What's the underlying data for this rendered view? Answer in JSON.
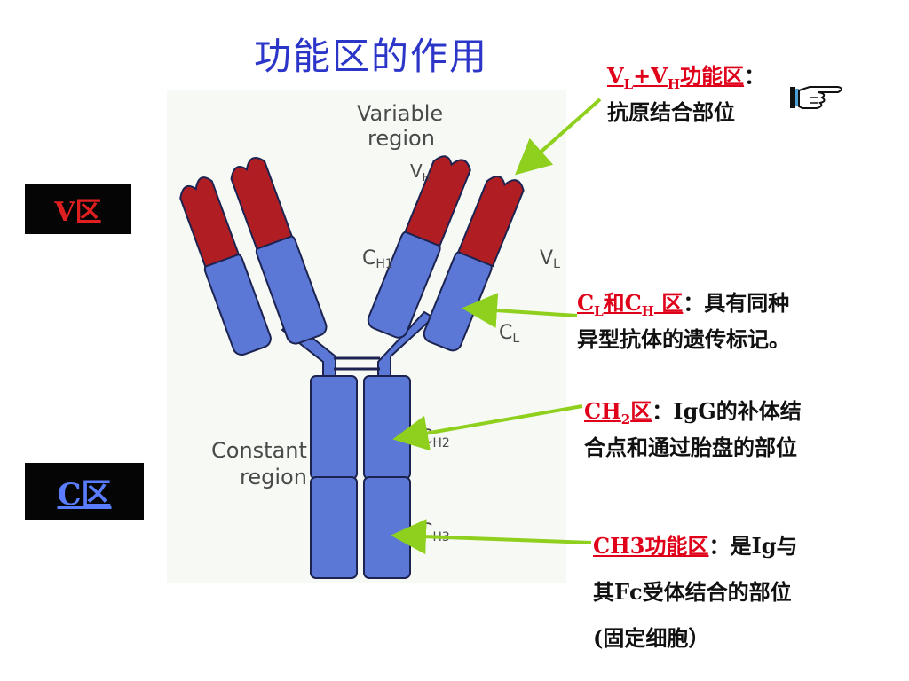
{
  "title": "功能区的作用",
  "figure": {
    "variable_region_line1": "Variable",
    "variable_region_line2": "region",
    "vh": "V",
    "vh_sub": "H",
    "ch1": "C",
    "ch1_sub": "H1",
    "vl": "V",
    "vl_sub": "L",
    "cl": "C",
    "cl_sub": "L",
    "ch2": "C",
    "ch2_sub": "H2",
    "ch3": "C",
    "ch3_sub": "H3",
    "constant_region_line1": "Constant",
    "constant_region_line2": "region",
    "colors": {
      "variable": "#b01e24",
      "constant": "#5b78d6",
      "stroke": "#1c2350",
      "arrow": "#8fd01e"
    }
  },
  "labels": {
    "v": "V区",
    "c": "C区"
  },
  "annotations": {
    "a1": {
      "v1": "V",
      "s1": "L",
      "plus": "+V",
      "s2": "H",
      "rest": "功能区",
      "colon": "：",
      "line2": "抗原结合部位"
    },
    "a2": {
      "c1": "C",
      "s1": "L",
      "he": "和C",
      "s2": "H",
      "qu": " 区",
      "desc": "：具有同种",
      "line2": "异型抗体的遗传标记。"
    },
    "a3": {
      "ch": "CH",
      "s1": "2",
      "qu": "区",
      "desc": "：IgG的补体结",
      "line2": "合点和通过胎盘的部位"
    },
    "a4": {
      "name": "CH3功能区",
      "desc": "：是Ig与",
      "line2": "其Fc受体结合的部位",
      "line3": "(固定细胞）"
    }
  },
  "icons": {
    "pointer": "pointing-hand-icon"
  }
}
